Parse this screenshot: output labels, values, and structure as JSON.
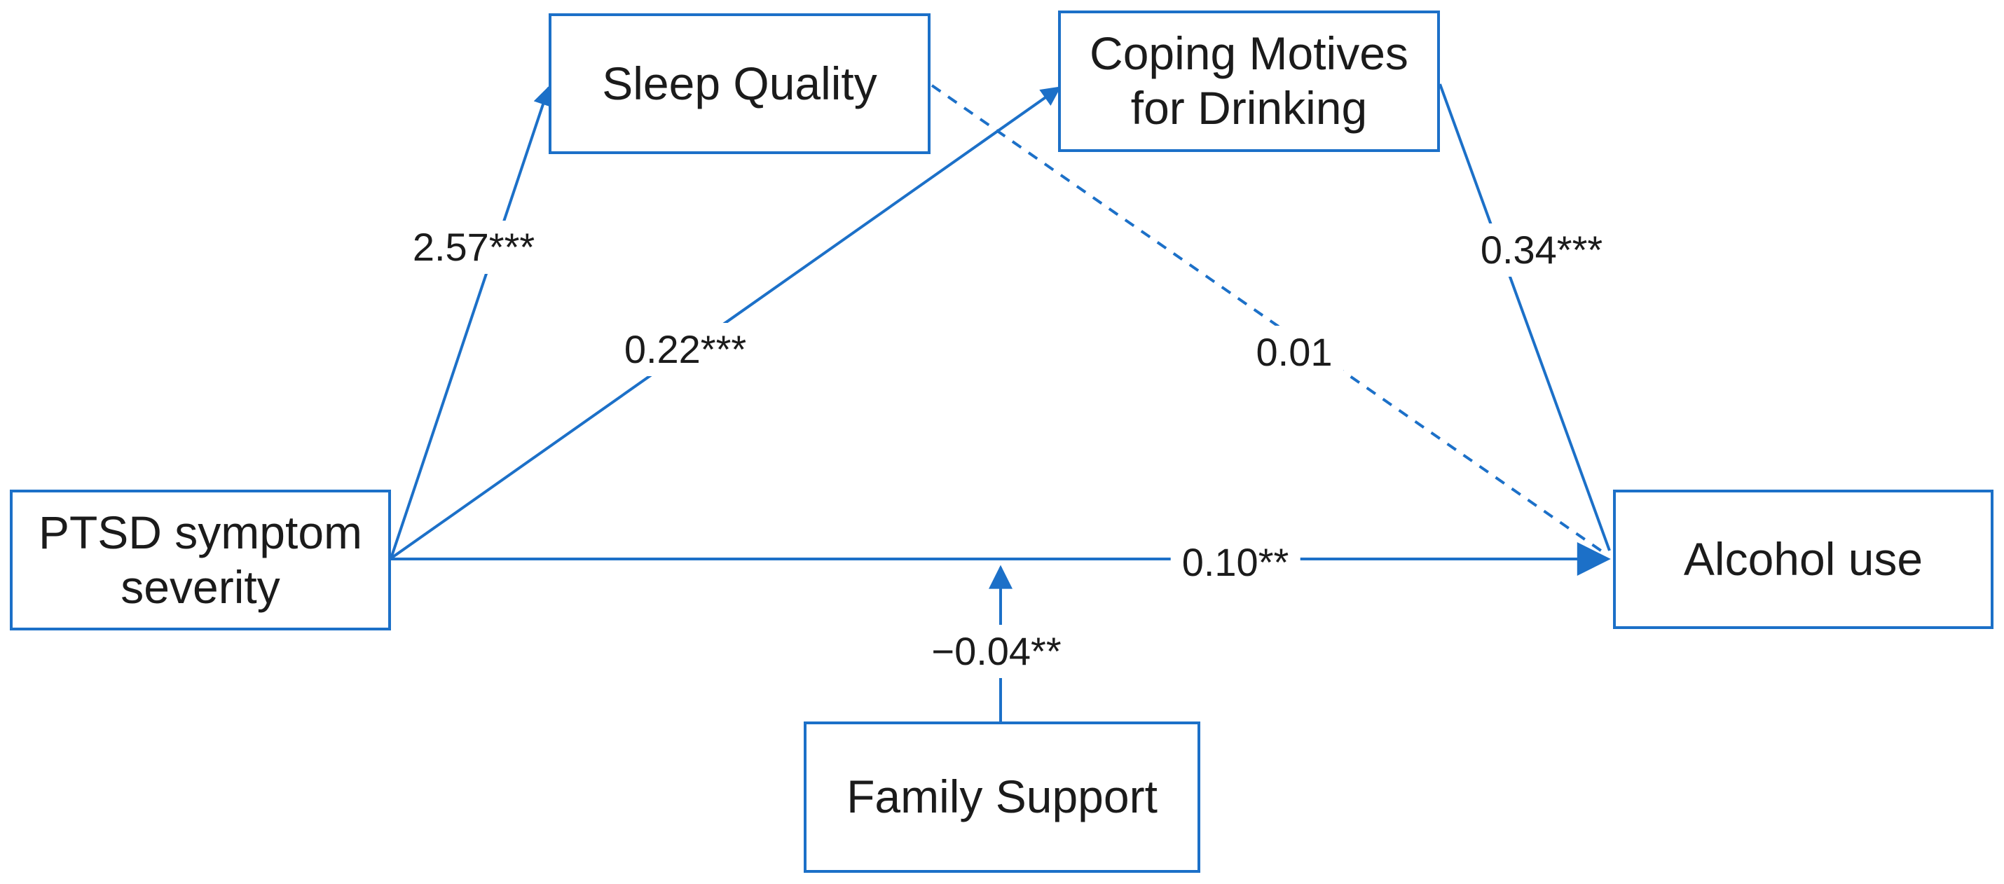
{
  "diagram": {
    "title": "Moderated mediation path model",
    "colors": {
      "line_blue": "#1C70C8",
      "text": "#1b1b1b",
      "background": "#ffffff"
    },
    "nodes": {
      "sleep": {
        "label": "Sleep Quality",
        "role": "mediator"
      },
      "coping": {
        "label": "Coping Motives for Drinking",
        "role": "mediator"
      },
      "ptsd": {
        "label": "PTSD symptom severity",
        "role": "predictor"
      },
      "alcohol": {
        "label": "Alcohol use",
        "role": "outcome"
      },
      "family": {
        "label": "Family Support",
        "role": "moderator"
      }
    },
    "edges": {
      "ptsd_to_sleep": {
        "from": "ptsd",
        "to": "sleep",
        "coefficient": "2.57***",
        "style": "solid"
      },
      "ptsd_to_coping": {
        "from": "ptsd",
        "to": "coping",
        "coefficient": "0.22***",
        "style": "solid"
      },
      "sleep_to_alcohol": {
        "from": "sleep",
        "to": "alcohol",
        "coefficient": "0.01",
        "style": "dashed"
      },
      "coping_to_alcohol": {
        "from": "coping",
        "to": "alcohol",
        "coefficient": "0.34***",
        "style": "solid"
      },
      "ptsd_to_alcohol": {
        "from": "ptsd",
        "to": "alcohol",
        "coefficient": "0.10**",
        "style": "solid"
      },
      "family_moderation": {
        "from": "family",
        "to": "ptsd_to_alcohol path",
        "coefficient": "−0.04**",
        "style": "solid"
      }
    }
  }
}
